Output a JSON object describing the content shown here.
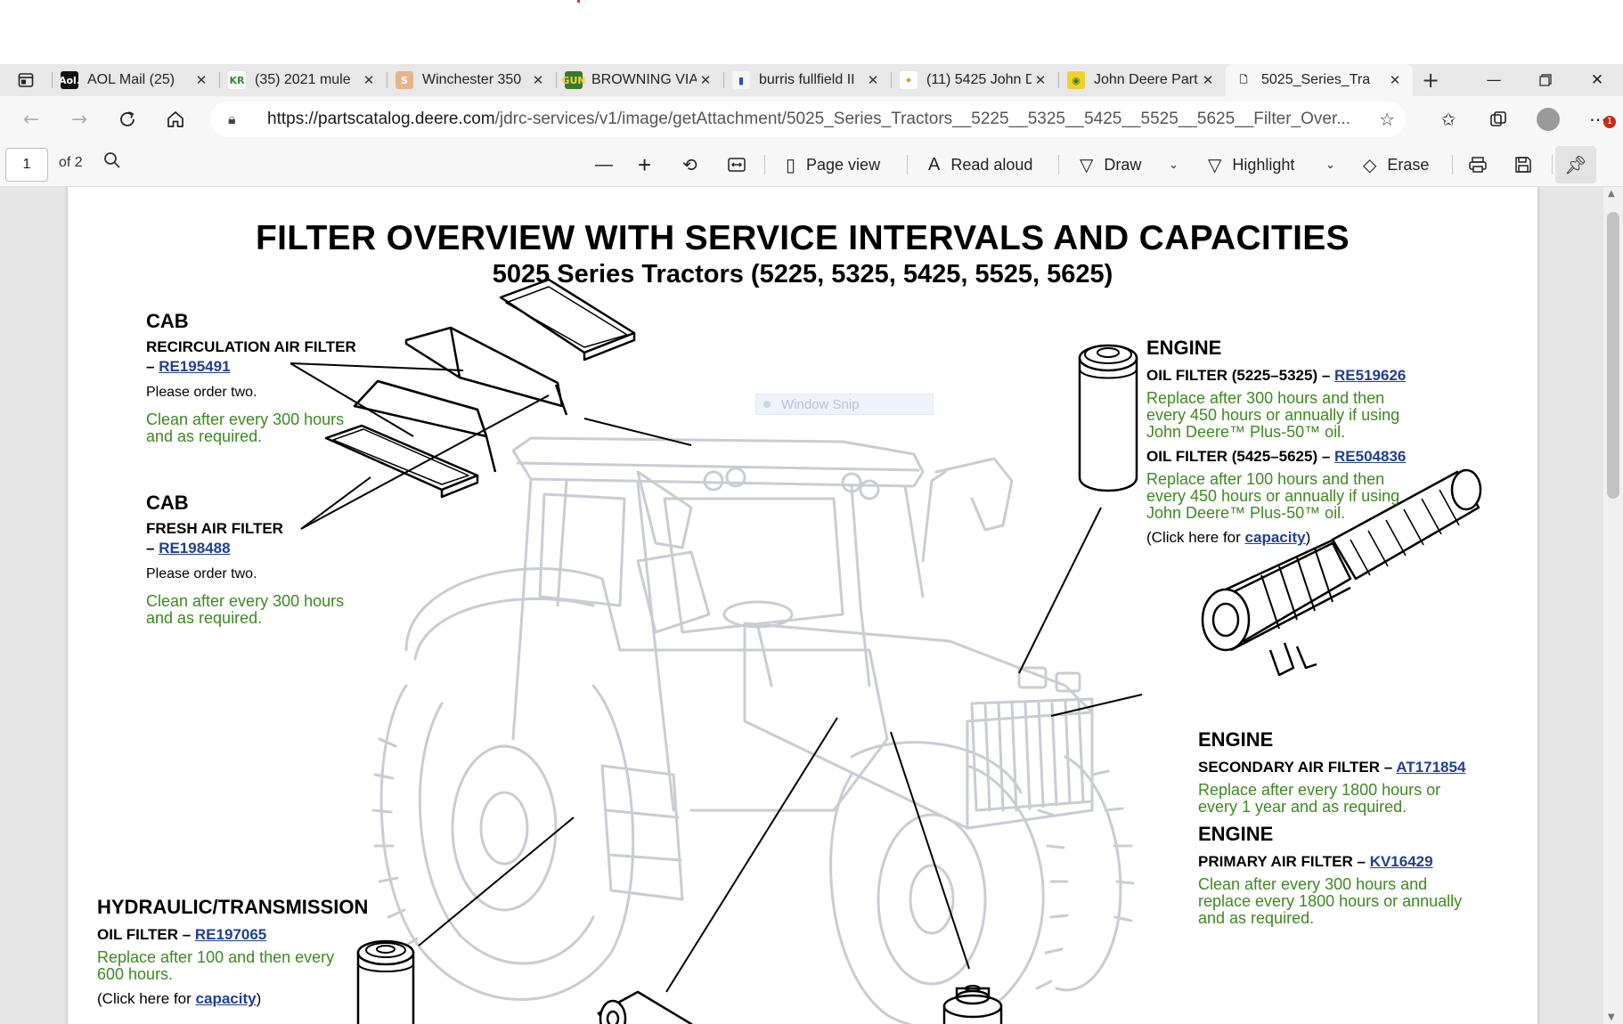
{
  "browser": {
    "tabs": [
      {
        "title": "AOL Mail (25)",
        "favicon": "Aol.",
        "favicon_bg": "#111111",
        "favicon_fg": "#ffffff"
      },
      {
        "title": "(35) 2021 mule",
        "favicon": "KR",
        "favicon_bg": "#ffffff",
        "favicon_fg": "#2e8b2e"
      },
      {
        "title": "Winchester 350",
        "favicon": "S",
        "favicon_bg": "#e8b48a",
        "favicon_fg": "#ffffff"
      },
      {
        "title": "BROWNING VIA",
        "favicon": "GUN",
        "favicon_bg": "#3b7a2a",
        "favicon_fg": "#f3d33c"
      },
      {
        "title": "burris fullfield II",
        "favicon": "▮",
        "favicon_bg": "#f5f5f5",
        "favicon_fg": "#2a4fb8"
      },
      {
        "title": "(11) 5425 John D",
        "favicon": "✦",
        "favicon_bg": "#ffffff",
        "favicon_fg": "#c8961e"
      },
      {
        "title": "John Deere Part",
        "favicon": "◉",
        "favicon_bg": "#f1d02c",
        "favicon_fg": "#367c2b"
      },
      {
        "title": "5025_Series_Tra",
        "favicon": "🗋",
        "favicon_bg": "transparent",
        "favicon_fg": "#333333"
      }
    ],
    "url_host": "https://partscatalog.deere.com",
    "url_path": "/jdrc-services/v1/image/getAttachment/5025_Series_Tractors__5225__5325__5425__5525__5625__Filter_Over...",
    "notification_count": "1"
  },
  "pdf_toolbar": {
    "page_current": "1",
    "page_total": "of 2",
    "page_view": "Page view",
    "read_aloud": "Read aloud",
    "draw": "Draw",
    "highlight": "Highlight",
    "erase": "Erase"
  },
  "doc": {
    "title": "FILTER OVERVIEW WITH SERVICE INTERVALS AND CAPACITIES",
    "subtitle": "5025 Series Tractors (5225, 5325, 5425, 5525, 5625)",
    "cab_recirc": {
      "heading": "CAB",
      "part_label": "RECIRCULATION AIR FILTER",
      "part_prefix": "– ",
      "part_number": "RE195491",
      "note": "Please order two.",
      "service_1": "Clean after every 300 hours",
      "service_2": "and as required."
    },
    "cab_fresh": {
      "heading": "CAB",
      "part_label": "FRESH AIR FILTER",
      "part_prefix": "– ",
      "part_number": "RE198488",
      "note": "Please order two.",
      "service_1": "Clean after every 300 hours",
      "service_2": "and as required."
    },
    "engine_oil": {
      "heading": "ENGINE",
      "part_a_label": "OIL FILTER (5225–5325) – ",
      "part_a_number": "RE519626",
      "service_a_1": "Replace after 300 hours and then",
      "service_a_2": "every 450 hours or annually if using",
      "service_a_3": "John Deere™ Plus-50™ oil.",
      "part_b_label": "OIL FILTER (5425–5625) – ",
      "part_b_number": "RE504836",
      "service_b_1": "Replace after 100 hours and then",
      "service_b_2": "every 450 hours or annually if using",
      "service_b_3": "John Deere™ Plus-50™ oil.",
      "capacity_prefix": "(Click here for ",
      "capacity_link": "capacity",
      "capacity_suffix": ")"
    },
    "engine_secondary": {
      "heading": "ENGINE",
      "part_label": "SECONDARY AIR FILTER – ",
      "part_number": "AT171854",
      "service_1": "Replace after every 1800 hours or",
      "service_2": "every 1 year and as required."
    },
    "engine_primary": {
      "heading": "ENGINE",
      "part_label": "PRIMARY AIR FILTER – ",
      "part_number": "KV16429",
      "service_1": "Clean after every 300 hours and",
      "service_2": "replace every 1800 hours or annually",
      "service_3": "and as required."
    },
    "hydraulic": {
      "heading": "HYDRAULIC/TRANSMISSION",
      "part_label": "OIL FILTER – ",
      "part_number": "RE197065",
      "service_1": "Replace after 100 and then every",
      "service_2": "600 hours.",
      "capacity_prefix": "(Click here for ",
      "capacity_link": "capacity",
      "capacity_suffix": ")"
    }
  },
  "overlay": {
    "window_snip": "Window Snip"
  }
}
